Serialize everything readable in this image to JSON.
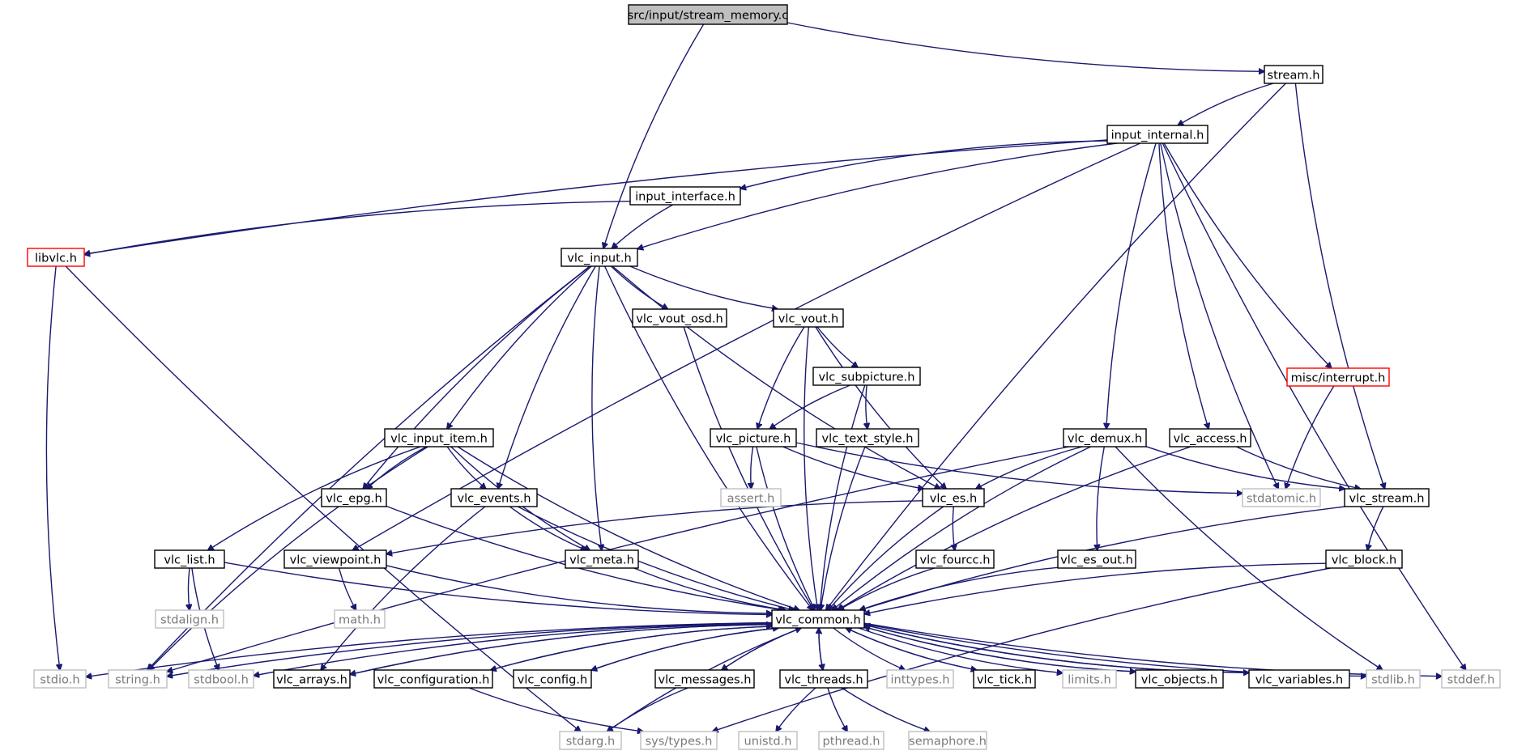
{
  "diagram": {
    "type": "include-dependency-graph",
    "colors": {
      "edge": "#191970",
      "root_fill": "#bfbfbf",
      "normal_border": "#000000",
      "unresolved_border": "#ff0000",
      "system_border": "#bfbfbf"
    },
    "nodes": [
      {
        "id": "root",
        "label": "src/input/stream_memory.c",
        "kind": "root"
      },
      {
        "id": "stream_h",
        "label": "stream.h",
        "kind": "normal"
      },
      {
        "id": "input_internal_h",
        "label": "input_internal.h",
        "kind": "normal"
      },
      {
        "id": "input_interface_h",
        "label": "input_interface.h",
        "kind": "normal"
      },
      {
        "id": "libvlc_h",
        "label": "libvlc.h",
        "kind": "red"
      },
      {
        "id": "vlc_input_h",
        "label": "vlc_input.h",
        "kind": "normal"
      },
      {
        "id": "vlc_vout_osd_h",
        "label": "vlc_vout_osd.h",
        "kind": "normal"
      },
      {
        "id": "vlc_vout_h",
        "label": "vlc_vout.h",
        "kind": "normal"
      },
      {
        "id": "vlc_subpicture_h",
        "label": "vlc_subpicture.h",
        "kind": "normal"
      },
      {
        "id": "misc_interrupt_h",
        "label": "misc/interrupt.h",
        "kind": "red"
      },
      {
        "id": "vlc_input_item_h",
        "label": "vlc_input_item.h",
        "kind": "normal"
      },
      {
        "id": "vlc_picture_h",
        "label": "vlc_picture.h",
        "kind": "normal"
      },
      {
        "id": "vlc_text_style_h",
        "label": "vlc_text_style.h",
        "kind": "normal"
      },
      {
        "id": "vlc_demux_h",
        "label": "vlc_demux.h",
        "kind": "normal"
      },
      {
        "id": "vlc_access_h",
        "label": "vlc_access.h",
        "kind": "normal"
      },
      {
        "id": "vlc_epg_h",
        "label": "vlc_epg.h",
        "kind": "normal"
      },
      {
        "id": "vlc_events_h",
        "label": "vlc_events.h",
        "kind": "normal"
      },
      {
        "id": "assert_h",
        "label": "assert.h",
        "kind": "gray"
      },
      {
        "id": "vlc_es_h",
        "label": "vlc_es.h",
        "kind": "normal"
      },
      {
        "id": "stdatomic_h",
        "label": "stdatomic.h",
        "kind": "gray"
      },
      {
        "id": "vlc_stream_h",
        "label": "vlc_stream.h",
        "kind": "normal"
      },
      {
        "id": "vlc_list_h",
        "label": "vlc_list.h",
        "kind": "normal"
      },
      {
        "id": "vlc_viewpoint_h",
        "label": "vlc_viewpoint.h",
        "kind": "normal"
      },
      {
        "id": "vlc_meta_h",
        "label": "vlc_meta.h",
        "kind": "normal"
      },
      {
        "id": "vlc_fourcc_h",
        "label": "vlc_fourcc.h",
        "kind": "normal"
      },
      {
        "id": "vlc_es_out_h",
        "label": "vlc_es_out.h",
        "kind": "normal"
      },
      {
        "id": "vlc_block_h",
        "label": "vlc_block.h",
        "kind": "normal"
      },
      {
        "id": "stdalign_h",
        "label": "stdalign.h",
        "kind": "gray"
      },
      {
        "id": "math_h",
        "label": "math.h",
        "kind": "gray"
      },
      {
        "id": "vlc_common_h",
        "label": "vlc_common.h",
        "kind": "normal"
      },
      {
        "id": "stdio_h",
        "label": "stdio.h",
        "kind": "gray"
      },
      {
        "id": "string_h",
        "label": "string.h",
        "kind": "gray"
      },
      {
        "id": "stdbool_h",
        "label": "stdbool.h",
        "kind": "gray"
      },
      {
        "id": "vlc_arrays_h",
        "label": "vlc_arrays.h",
        "kind": "normal"
      },
      {
        "id": "vlc_configuration_h",
        "label": "vlc_configuration.h",
        "kind": "normal"
      },
      {
        "id": "vlc_config_h",
        "label": "vlc_config.h",
        "kind": "normal"
      },
      {
        "id": "vlc_messages_h",
        "label": "vlc_messages.h",
        "kind": "normal"
      },
      {
        "id": "vlc_threads_h",
        "label": "vlc_threads.h",
        "kind": "normal"
      },
      {
        "id": "inttypes_h",
        "label": "inttypes.h",
        "kind": "gray"
      },
      {
        "id": "vlc_tick_h",
        "label": "vlc_tick.h",
        "kind": "normal"
      },
      {
        "id": "limits_h",
        "label": "limits.h",
        "kind": "gray"
      },
      {
        "id": "vlc_objects_h",
        "label": "vlc_objects.h",
        "kind": "normal"
      },
      {
        "id": "vlc_variables_h",
        "label": "vlc_variables.h",
        "kind": "normal"
      },
      {
        "id": "stdlib_h",
        "label": "stdlib.h",
        "kind": "gray"
      },
      {
        "id": "stddef_h",
        "label": "stddef.h",
        "kind": "gray"
      },
      {
        "id": "stdarg_h",
        "label": "stdarg.h",
        "kind": "gray"
      },
      {
        "id": "sys_types_h",
        "label": "sys/types.h",
        "kind": "gray"
      },
      {
        "id": "unistd_h",
        "label": "unistd.h",
        "kind": "gray"
      },
      {
        "id": "pthread_h",
        "label": "pthread.h",
        "kind": "gray"
      },
      {
        "id": "semaphore_h",
        "label": "semaphore.h",
        "kind": "gray"
      }
    ],
    "edges": [
      [
        "root",
        "vlc_input_h"
      ],
      [
        "root",
        "stream_h"
      ],
      [
        "stream_h",
        "input_internal_h"
      ],
      [
        "stream_h",
        "vlc_stream_h"
      ],
      [
        "stream_h",
        "vlc_common_h"
      ],
      [
        "input_internal_h",
        "libvlc_h"
      ],
      [
        "input_internal_h",
        "vlc_viewpoint_h"
      ],
      [
        "input_internal_h",
        "input_interface_h"
      ],
      [
        "input_internal_h",
        "vlc_input_h"
      ],
      [
        "input_internal_h",
        "vlc_demux_h"
      ],
      [
        "input_internal_h",
        "stdatomic_h"
      ],
      [
        "input_internal_h",
        "vlc_access_h"
      ],
      [
        "input_internal_h",
        "misc_interrupt_h"
      ],
      [
        "input_internal_h",
        "stddef_h"
      ],
      [
        "input_interface_h",
        "libvlc_h"
      ],
      [
        "input_interface_h",
        "vlc_input_h"
      ],
      [
        "libvlc_h",
        "stdio_h"
      ],
      [
        "libvlc_h",
        "stdarg_h"
      ],
      [
        "vlc_input_h",
        "string_h"
      ],
      [
        "vlc_input_h",
        "vlc_common_h"
      ],
      [
        "vlc_input_h",
        "vlc_epg_h"
      ],
      [
        "vlc_input_h",
        "vlc_input_item_h"
      ],
      [
        "vlc_input_h",
        "vlc_events_h"
      ],
      [
        "vlc_input_h",
        "vlc_meta_h"
      ],
      [
        "vlc_input_h",
        "vlc_vout_osd_h"
      ],
      [
        "vlc_input_h",
        "vlc_vout_h"
      ],
      [
        "vlc_input_h",
        "vlc_es_h"
      ],
      [
        "vlc_vout_osd_h",
        "vlc_common_h"
      ],
      [
        "vlc_vout_h",
        "vlc_common_h"
      ],
      [
        "vlc_vout_h",
        "vlc_picture_h"
      ],
      [
        "vlc_vout_h",
        "vlc_subpicture_h"
      ],
      [
        "vlc_vout_h",
        "vlc_es_h"
      ],
      [
        "vlc_subpicture_h",
        "vlc_picture_h"
      ],
      [
        "vlc_subpicture_h",
        "vlc_text_style_h"
      ],
      [
        "vlc_subpicture_h",
        "vlc_common_h"
      ],
      [
        "misc_interrupt_h",
        "stdatomic_h"
      ],
      [
        "vlc_input_item_h",
        "string_h"
      ],
      [
        "vlc_input_item_h",
        "vlc_list_h"
      ],
      [
        "vlc_input_item_h",
        "vlc_epg_h"
      ],
      [
        "vlc_input_item_h",
        "vlc_events_h"
      ],
      [
        "vlc_input_item_h",
        "vlc_meta_h"
      ],
      [
        "vlc_input_item_h",
        "vlc_common_h"
      ],
      [
        "vlc_picture_h",
        "assert_h"
      ],
      [
        "vlc_picture_h",
        "vlc_es_h"
      ],
      [
        "vlc_picture_h",
        "stdatomic_h"
      ],
      [
        "vlc_picture_h",
        "vlc_common_h"
      ],
      [
        "vlc_text_style_h",
        "vlc_common_h"
      ],
      [
        "vlc_demux_h",
        "vlc_es_h"
      ],
      [
        "vlc_demux_h",
        "vlc_stream_h"
      ],
      [
        "vlc_demux_h",
        "vlc_es_out_h"
      ],
      [
        "vlc_demux_h",
        "string_h"
      ],
      [
        "vlc_demux_h",
        "stdlib_h"
      ],
      [
        "vlc_demux_h",
        "vlc_common_h"
      ],
      [
        "vlc_access_h",
        "vlc_stream_h"
      ],
      [
        "vlc_access_h",
        "vlc_common_h"
      ],
      [
        "vlc_epg_h",
        "vlc_common_h"
      ],
      [
        "vlc_events_h",
        "vlc_arrays_h"
      ],
      [
        "vlc_events_h",
        "vlc_meta_h"
      ],
      [
        "vlc_events_h",
        "vlc_common_h"
      ],
      [
        "vlc_es_h",
        "vlc_viewpoint_h"
      ],
      [
        "vlc_es_h",
        "vlc_fourcc_h"
      ],
      [
        "vlc_es_h",
        "vlc_common_h"
      ],
      [
        "vlc_stream_h",
        "vlc_block_h"
      ],
      [
        "vlc_stream_h",
        "vlc_common_h"
      ],
      [
        "vlc_list_h",
        "stdalign_h"
      ],
      [
        "vlc_list_h",
        "stdbool_h"
      ],
      [
        "vlc_list_h",
        "vlc_common_h"
      ],
      [
        "vlc_viewpoint_h",
        "math_h"
      ],
      [
        "vlc_viewpoint_h",
        "vlc_common_h"
      ],
      [
        "vlc_meta_h",
        "vlc_common_h"
      ],
      [
        "vlc_fourcc_h",
        "vlc_common_h"
      ],
      [
        "vlc_es_out_h",
        "vlc_common_h"
      ],
      [
        "vlc_block_h",
        "vlc_common_h"
      ],
      [
        "vlc_block_h",
        "sys_types_h"
      ],
      [
        "vlc_common_h",
        "stdio_h"
      ],
      [
        "vlc_common_h",
        "string_h"
      ],
      [
        "vlc_common_h",
        "stdbool_h"
      ],
      [
        "vlc_common_h",
        "vlc_arrays_h"
      ],
      [
        "vlc_common_h",
        "vlc_configuration_h"
      ],
      [
        "vlc_common_h",
        "vlc_config_h"
      ],
      [
        "vlc_common_h",
        "vlc_messages_h"
      ],
      [
        "vlc_common_h",
        "vlc_threads_h"
      ],
      [
        "vlc_common_h",
        "inttypes_h"
      ],
      [
        "vlc_common_h",
        "vlc_tick_h"
      ],
      [
        "vlc_common_h",
        "limits_h"
      ],
      [
        "vlc_common_h",
        "vlc_objects_h"
      ],
      [
        "vlc_common_h",
        "vlc_variables_h"
      ],
      [
        "vlc_common_h",
        "stdlib_h"
      ],
      [
        "vlc_common_h",
        "stddef_h"
      ],
      [
        "vlc_common_h",
        "stdarg_h"
      ],
      [
        "vlc_arrays_h",
        "vlc_common_h"
      ],
      [
        "vlc_configuration_h",
        "vlc_common_h"
      ],
      [
        "vlc_config_h",
        "vlc_common_h"
      ],
      [
        "vlc_messages_h",
        "vlc_common_h"
      ],
      [
        "vlc_threads_h",
        "vlc_common_h"
      ],
      [
        "vlc_tick_h",
        "vlc_common_h"
      ],
      [
        "vlc_objects_h",
        "vlc_common_h"
      ],
      [
        "vlc_variables_h",
        "vlc_common_h"
      ],
      [
        "vlc_configuration_h",
        "sys_types_h"
      ],
      [
        "vlc_messages_h",
        "stdarg_h"
      ],
      [
        "vlc_threads_h",
        "unistd_h"
      ],
      [
        "vlc_threads_h",
        "pthread_h"
      ],
      [
        "vlc_threads_h",
        "semaphore_h"
      ]
    ]
  }
}
